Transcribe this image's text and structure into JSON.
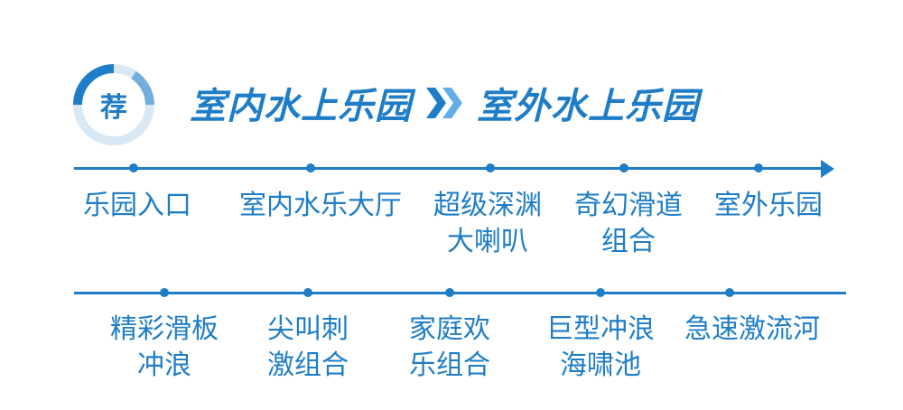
{
  "badge": {
    "char": "荐",
    "icon": "recommend-badge-icon"
  },
  "header": {
    "from": "室内水上乐园",
    "to": "室外水上乐园",
    "separator_icon": "double-chevron-right-icon"
  },
  "colors": {
    "accent": "#1e7dc6",
    "ring_light": "#d9e8f5"
  },
  "timeline1": [
    {
      "line1": "乐园入口",
      "line2": ""
    },
    {
      "line1": "室内水乐大厅",
      "line2": ""
    },
    {
      "line1": "超级深渊",
      "line2": "大喇叭"
    },
    {
      "line1": "奇幻滑道",
      "line2": "组合"
    },
    {
      "line1": "室外乐园",
      "line2": ""
    }
  ],
  "timeline2": [
    {
      "line1": "精彩滑板",
      "line2": "冲浪"
    },
    {
      "line1": "尖叫刺",
      "line2": "激组合"
    },
    {
      "line1": "家庭欢",
      "line2": "乐组合"
    },
    {
      "line1": "巨型冲浪",
      "line2": "海啸池"
    },
    {
      "line1": "急速激流河",
      "line2": ""
    }
  ]
}
